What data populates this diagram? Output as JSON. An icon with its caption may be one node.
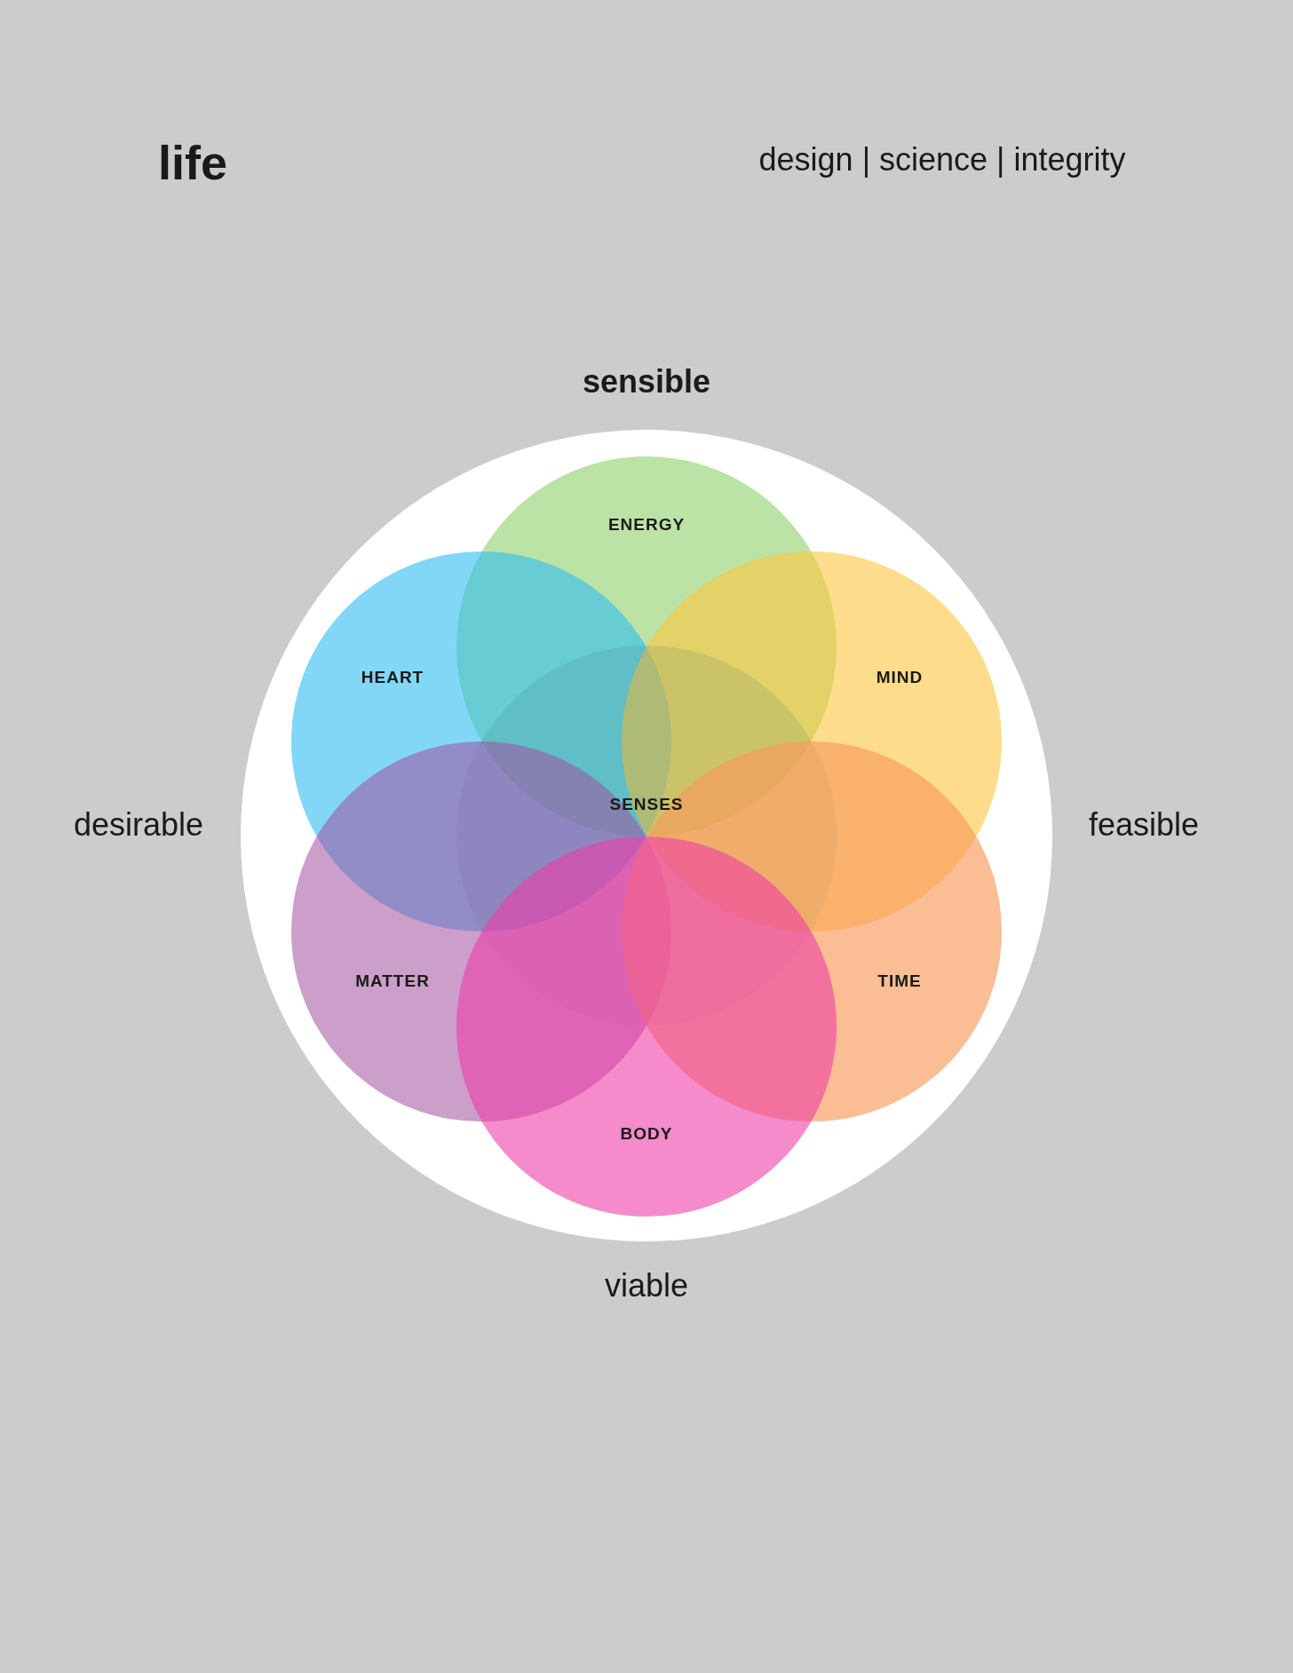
{
  "diagram": {
    "title": "life",
    "nodes": [
      {
        "text": [],
        "shape": "circle"
      },
      {
        "text": [
          "ENERGY"
        ],
        "in": 0
      },
      {
        "text": [
          "HEART"
        ],
        "in": 0
      },
      {
        "text": [
          "MIND"
        ],
        "in": 0
      },
      {
        "text": [
          "SENSES"
        ],
        "in": 0
      },
      {
        "text": [
          "MATTER"
        ],
        "in": 0
      },
      {
        "text": [
          "TIME"
        ],
        "in": 0
      },
      {
        "text": [
          "BODY"
        ],
        "in": 0
      }
    ],
    "edges": [],
    "labels": [
      "design | science | integrity",
      "sensible",
      "desirable",
      "feasible",
      "viable"
    ]
  }
}
